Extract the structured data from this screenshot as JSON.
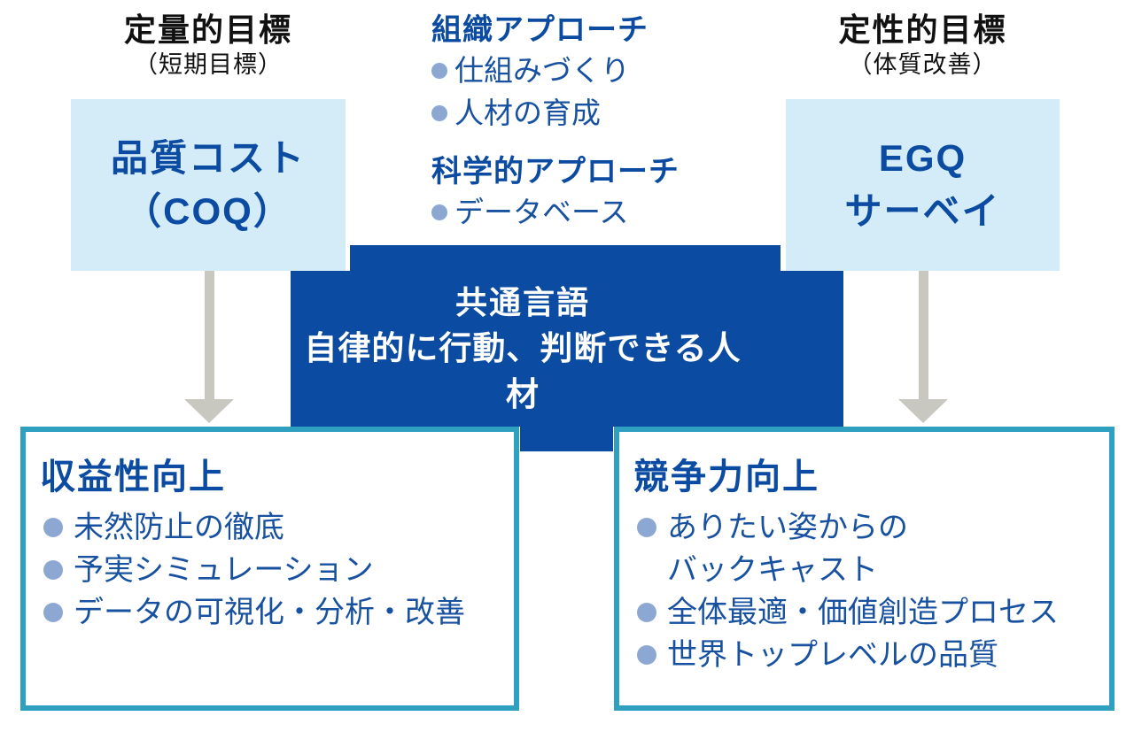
{
  "colors": {
    "primary_blue": "#0b4ba1",
    "light_blue_fill": "#d4ebf8",
    "teal_border": "#2fa0c0",
    "arrow_gray": "#c9c8c0",
    "bullet_dot": "#8ca7d1",
    "text_blue": "#17519f",
    "heading_black": "#111111"
  },
  "top_left": {
    "title": "定量的目標",
    "subtitle": "（短期目標）",
    "box_line1": "品質コスト",
    "box_line2": "（COQ）"
  },
  "top_center": {
    "sections": [
      {
        "heading": "組織アプローチ",
        "items": [
          "仕組みづくり",
          "人材の育成"
        ]
      },
      {
        "heading": "科学的アプローチ",
        "items": [
          "データベース"
        ]
      }
    ]
  },
  "top_right": {
    "title": "定性的目標",
    "subtitle": "（体質改善）",
    "box_line1": "EGQ",
    "box_line2": "サーベイ"
  },
  "center_box": {
    "line1": "共通言語",
    "line2": "自律的に行動、判断できる人材"
  },
  "bottom_left": {
    "title": "収益性向上",
    "items": [
      "未然防止の徹底",
      "予実シミュレーション",
      "データの可視化・分析・改善"
    ]
  },
  "bottom_right": {
    "title": "競争力向上",
    "items": [
      "ありたい姿からの\nバックキャスト",
      "全体最適・価値創造プロセス",
      "世界トップレベルの品質"
    ]
  }
}
